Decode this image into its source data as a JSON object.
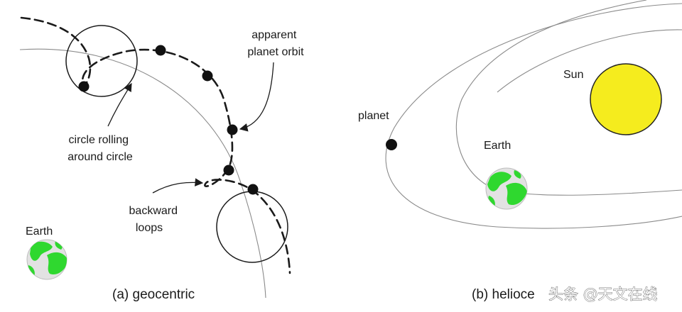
{
  "panel_a": {
    "caption": "(a) geocentric",
    "label_apparent_orbit": [
      "apparent",
      "planet orbit"
    ],
    "label_circle_rolling": [
      "circle rolling",
      "around circle"
    ],
    "label_backward_loops": [
      "backward",
      "loops"
    ],
    "label_earth": "Earth"
  },
  "panel_b": {
    "caption": "(b) helioce",
    "label_planet": "planet",
    "label_earth": "Earth",
    "label_sun": "Sun"
  },
  "watermark": "头条 @天文在线",
  "colors": {
    "sun": "#f5ec1e",
    "sun_outline": "#222222",
    "earth_land": "#2fd82f",
    "earth_ocean": "#e2e2e2",
    "orbit_line": "#8a8a8a",
    "ink": "#1a1a1a"
  }
}
